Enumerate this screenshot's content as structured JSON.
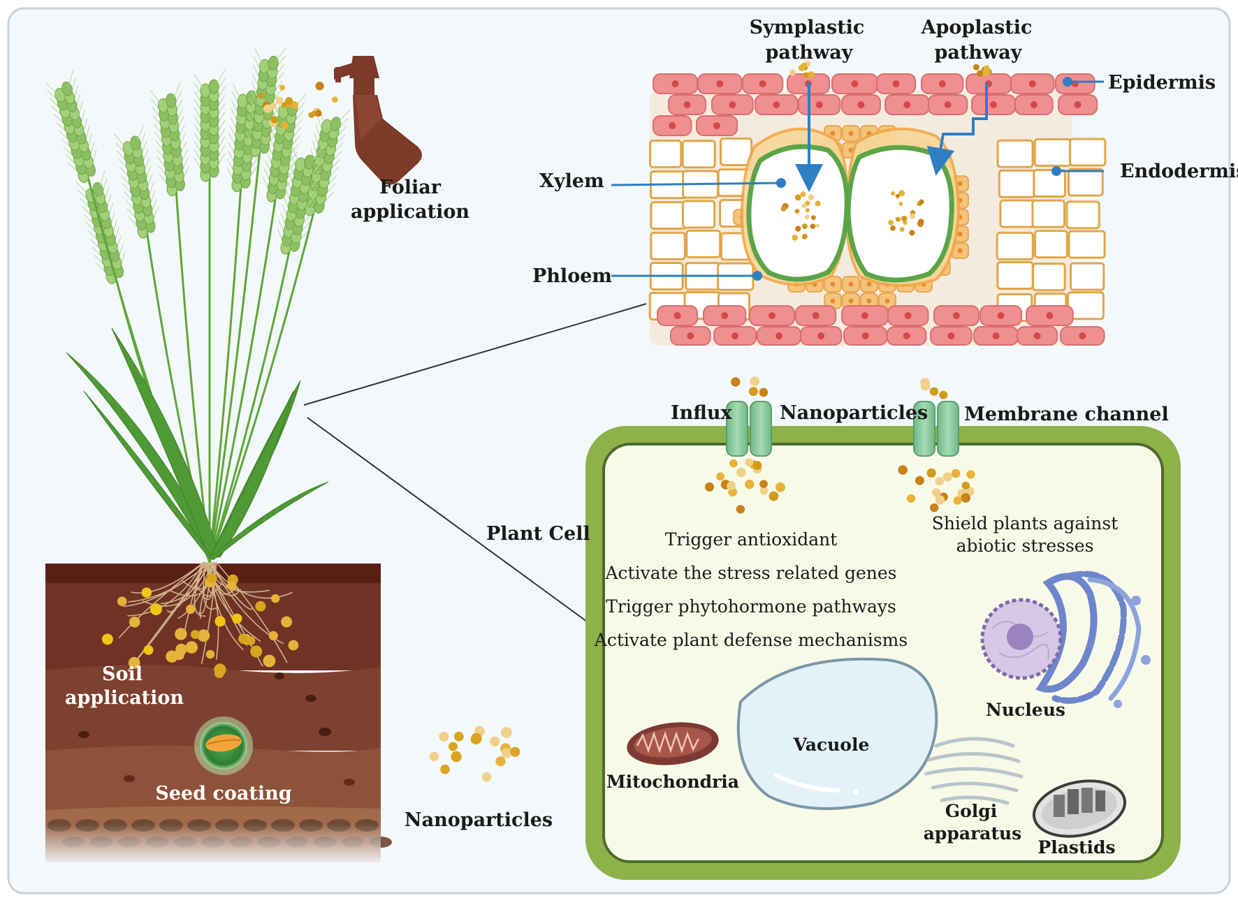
{
  "labels": {
    "foliar": [
      "Foliar",
      "application"
    ],
    "soil": [
      "Soil",
      "application"
    ],
    "seed": "Seed coating",
    "nano_bottom": "Nanoparticles",
    "symplastic": [
      "Symplastic",
      "pathway"
    ],
    "apoplastic": [
      "Apoplastic",
      "pathway"
    ],
    "epidermis": "Epidermis",
    "endodermis": "Endodermis",
    "xylem": "Xylem",
    "phloem": "Phloem",
    "influx": "Influx",
    "nano_top": "Nanoparticles",
    "membrane": "Membrane channel",
    "plant_cell": "Plant Cell",
    "effects": [
      "Trigger antioxidant",
      "Activate the stress related genes",
      "Trigger phytohormone pathways",
      "Activate plant defense mechanisms"
    ],
    "shield": [
      "Shield plants against",
      "abiotic stresses"
    ],
    "nucleus": "Nucleus",
    "vacuole": "Vacuole",
    "mitochondria": "Mitochondria",
    "golgi": [
      "Golgi",
      "apparatus"
    ],
    "plastids": "Plastids"
  },
  "colors": {
    "background": "#f3f8fb",
    "frame": "#c6d3dc",
    "soil_top": "#5a1f14",
    "soil_1": "#6e3324",
    "soil_2": "#7d4130",
    "soil_3": "#8d5239",
    "soil_4": "#a06a4b",
    "epidermis": "#ef8f8f",
    "cortex": "#e9b659",
    "xylem_ring": "#5ba548",
    "arrow": "#2f7ec4",
    "cell_wall": "#8db24a",
    "cytoplasm": "#f8fae8",
    "channel": "#8ecb9b",
    "particle": "#e0a822",
    "particle_dark": "#c8821a"
  }
}
